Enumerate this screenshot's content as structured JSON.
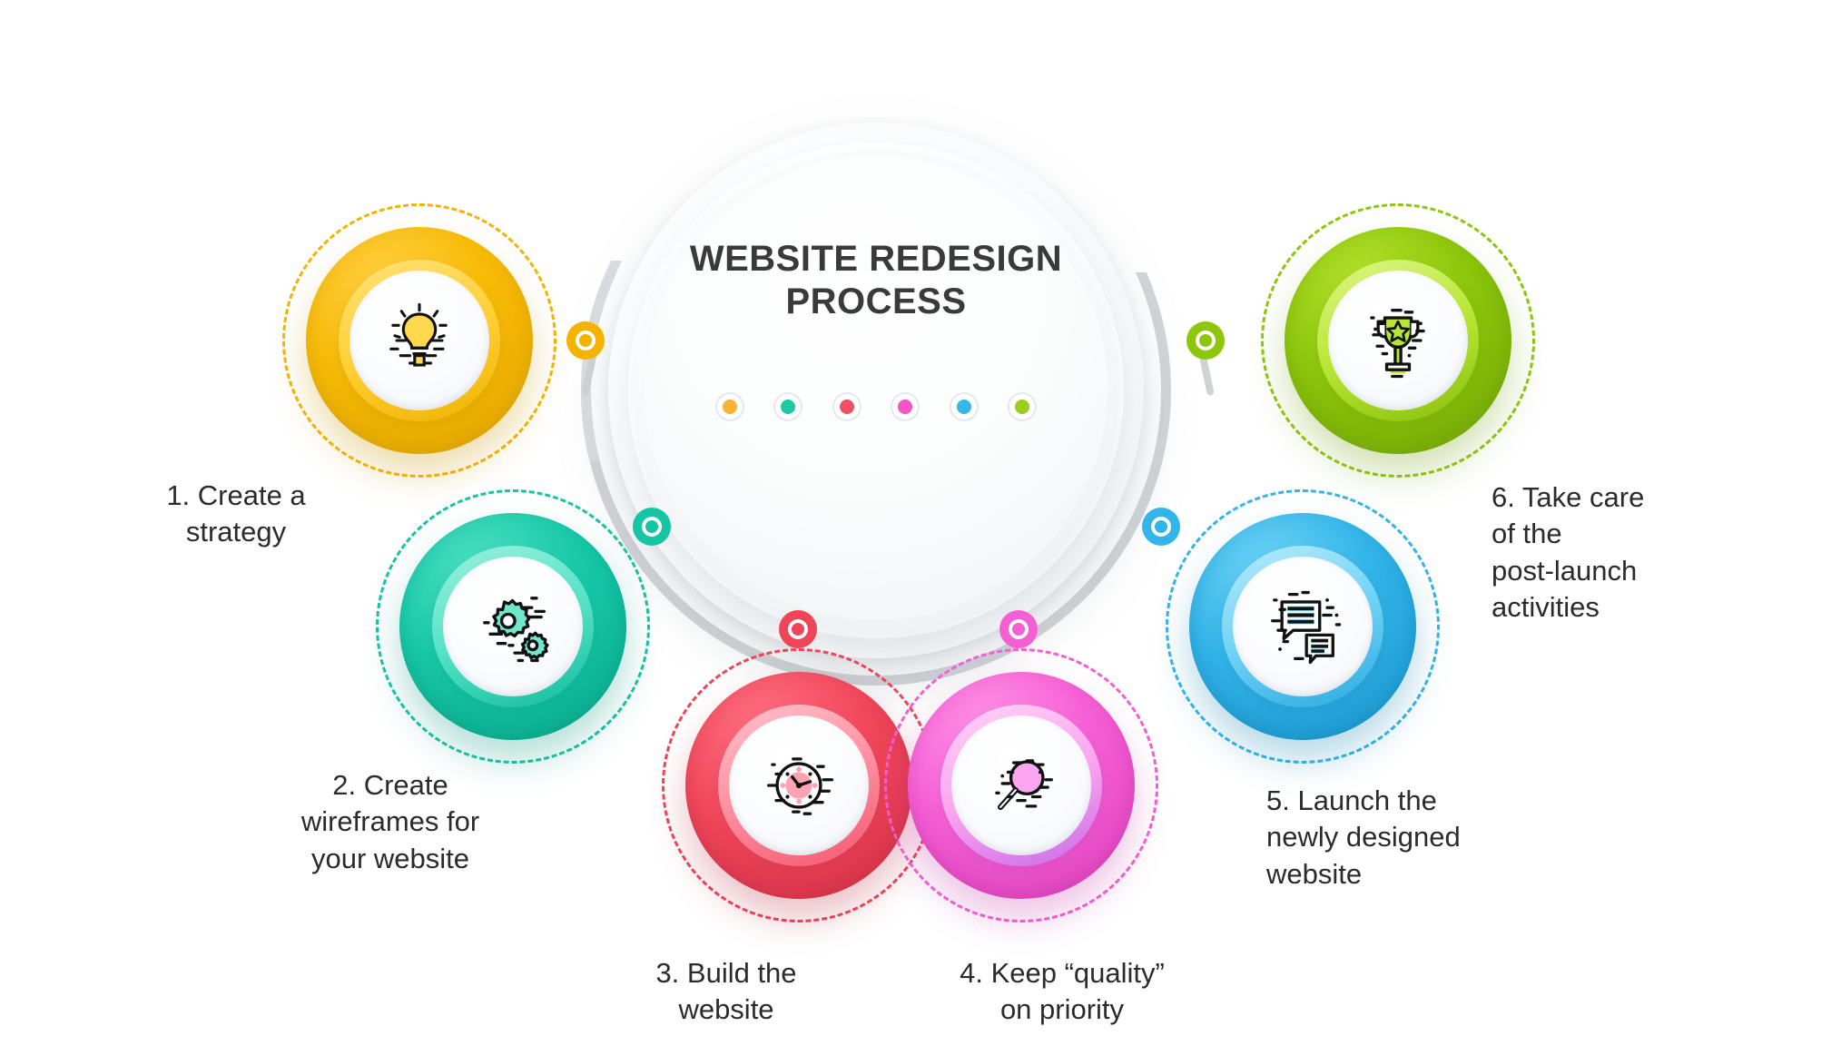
{
  "hub": {
    "title_line1": "WEBSITE REDESIGN",
    "title_line2": "PROCESS",
    "dot_colors": [
      "#f9b233",
      "#1fc9a3",
      "#f24f63",
      "#f953c6",
      "#35b7ea",
      "#9acd1e"
    ]
  },
  "palette": {
    "yellow": "#f5b300",
    "teal": "#16c4a6",
    "red": "#ef4558",
    "pink": "#f45fd4",
    "blue": "#33b5e9",
    "green": "#8dc70c"
  },
  "steps": [
    {
      "number": "1.",
      "label_lines": [
        "1. Create a",
        "strategy"
      ],
      "icon": "lightbulb-icon",
      "color": "#f5b300",
      "color_dark": "#e0a000",
      "color_light": "#ffd84d"
    },
    {
      "number": "2.",
      "label_lines": [
        "2. Create",
        "wireframes for",
        "your website"
      ],
      "icon": "gears-icon",
      "color": "#16c4a6",
      "color_dark": "#0fae92",
      "color_light": "#6ee7cd"
    },
    {
      "number": "3.",
      "label_lines": [
        "3. Build the",
        "website"
      ],
      "icon": "clock-icon",
      "color": "#ef4558",
      "color_dark": "#d8374b",
      "color_light": "#ff97a8"
    },
    {
      "number": "4.",
      "label_lines": [
        "4. Keep “quality”",
        "on priority"
      ],
      "icon": "magnifier-icon",
      "color": "#f45fd4",
      "color_dark": "#de4ac0",
      "color_light": "#f9aef0"
    },
    {
      "number": "5.",
      "label_lines": [
        "5. Launch the",
        "newly designed",
        "website"
      ],
      "icon": "chat-bubbles-icon",
      "color": "#33b5e9",
      "color_dark": "#21a0d6",
      "color_light": "#8fdcf8"
    },
    {
      "number": "6.",
      "label_lines": [
        "6. Take care",
        "of the",
        "post-launch",
        "activities"
      ],
      "icon": "trophy-icon",
      "color": "#8dc70c",
      "color_dark": "#76ad06",
      "color_light": "#c3ec4a"
    }
  ]
}
